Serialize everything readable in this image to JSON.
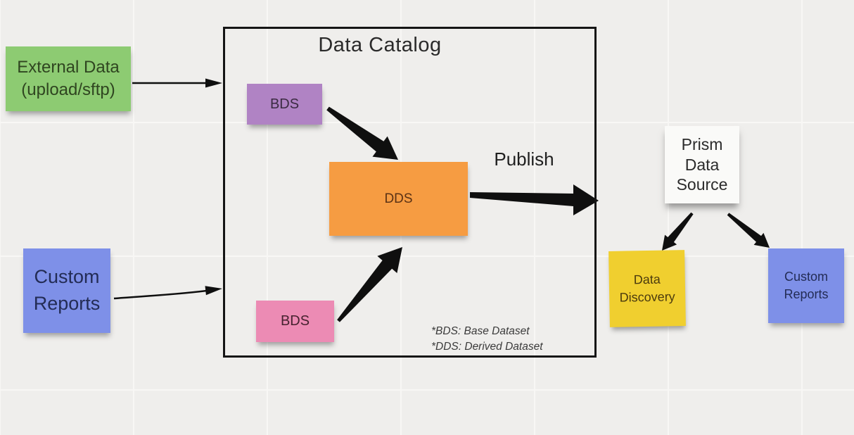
{
  "canvas": {
    "background": "#efeeec",
    "grid_line": "#f8f7f5"
  },
  "catalog_box": {
    "title": "Data Catalog",
    "border_color": "#151515"
  },
  "labels": {
    "publish": "Publish"
  },
  "footnotes": {
    "bds": "*BDS: Base Dataset",
    "dds": "*DDS: Derived Dataset"
  },
  "stickies": {
    "external_data": {
      "label": "External Data\n(upload/sftp)",
      "color": "#8dcb72",
      "text_color": "#2f4520"
    },
    "custom_reports_left": {
      "label": "Custom\nReports",
      "color": "#7e90e8",
      "text_color": "#232c55"
    },
    "bds_top": {
      "label": "BDS",
      "color": "#b083c4",
      "text_color": "#3b2b42"
    },
    "dds": {
      "label": "DDS",
      "color": "#f69c42",
      "text_color": "#5a3215"
    },
    "bds_bottom": {
      "label": "BDS",
      "color": "#ec8bb4",
      "text_color": "#46222f"
    },
    "prism_data_source": {
      "label": "Prism\nData\nSource",
      "color": "#fafaf8",
      "text_color": "#2b2b2b"
    },
    "data_discovery": {
      "label": "Data\nDiscovery",
      "color": "#f0cf2f",
      "text_color": "#4a3a0e"
    },
    "custom_reports_right": {
      "label": "Custom\nReports",
      "color": "#7e90e8",
      "text_color": "#232c55"
    }
  },
  "edges": [
    {
      "from": "external_data",
      "to": "data_catalog",
      "style": "thin"
    },
    {
      "from": "custom_reports_left",
      "to": "data_catalog",
      "style": "thin"
    },
    {
      "from": "bds_top",
      "to": "dds",
      "style": "thick"
    },
    {
      "from": "bds_bottom",
      "to": "dds",
      "style": "thick"
    },
    {
      "from": "dds",
      "to": "prism_data_source",
      "style": "thick",
      "label": "Publish"
    },
    {
      "from": "prism_data_source",
      "to": "data_discovery",
      "style": "medium"
    },
    {
      "from": "prism_data_source",
      "to": "custom_reports_right",
      "style": "medium"
    }
  ]
}
